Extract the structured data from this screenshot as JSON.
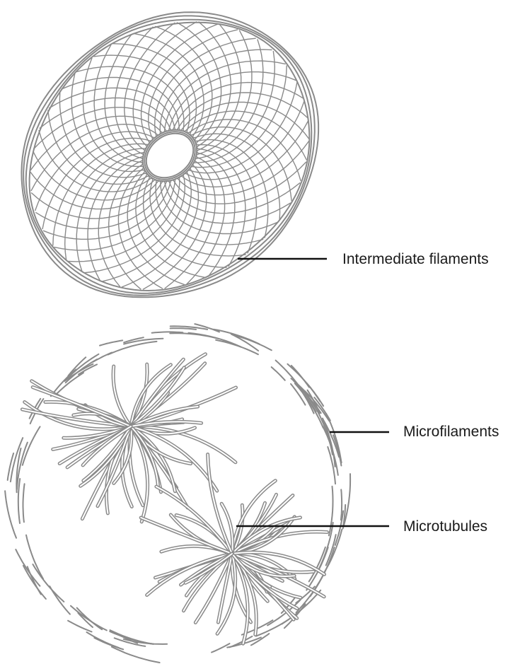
{
  "labels": {
    "intermediate_filaments": "Intermediate filaments",
    "microfilaments": "Microfilaments",
    "microtubules": "Microtubules"
  },
  "colors": {
    "filament": "#8a8a8a",
    "leader_line": "#111111",
    "label_text": "#1a1a1a",
    "background": "#ffffff"
  }
}
